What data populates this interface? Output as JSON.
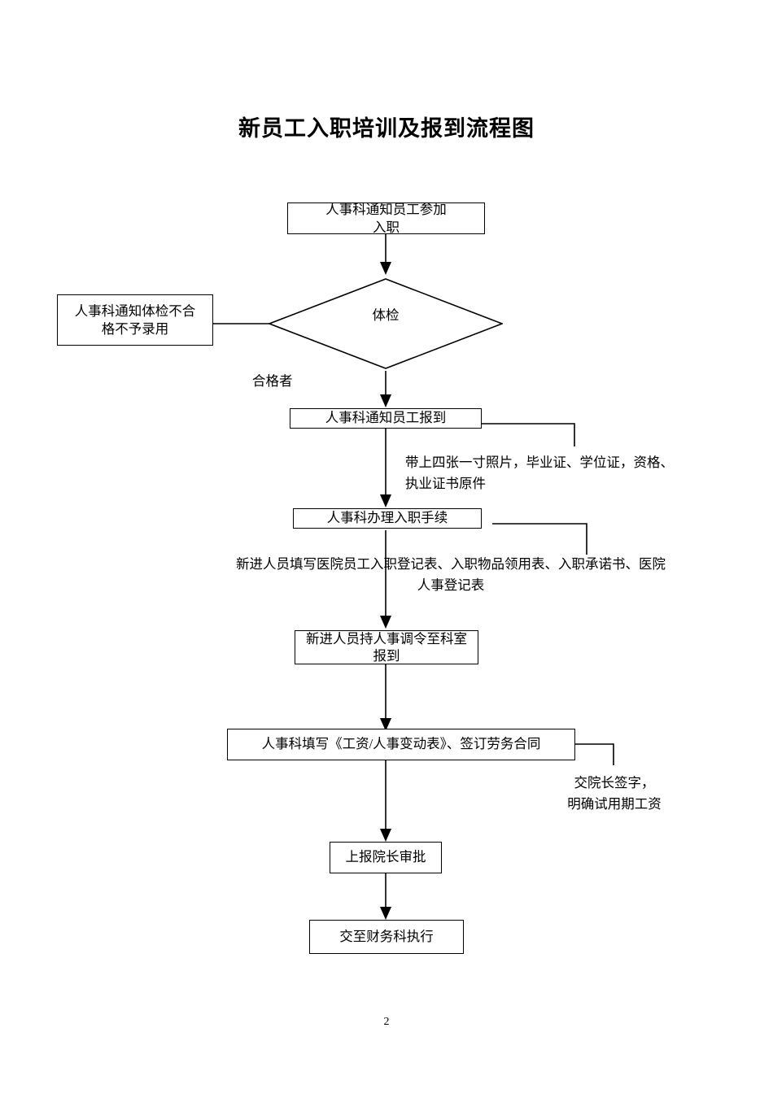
{
  "document": {
    "title": "新员工入职培训及报到流程图",
    "page_number": "2",
    "line_color": "#000000",
    "text_color": "#000000",
    "background_color": "#ffffff"
  },
  "flowchart": {
    "type": "flowchart",
    "nodes": [
      {
        "id": "notify-onboarding",
        "shape": "rectangle",
        "label": "人事科通知员工参加\n入职"
      },
      {
        "id": "medical-exam",
        "shape": "diamond",
        "label": "体检"
      },
      {
        "id": "unfit-not-hired",
        "shape": "rectangle",
        "label": "人事科通知体检不合\n格不予录用"
      },
      {
        "id": "notify-report-for-duty",
        "shape": "rectangle",
        "label": "人事科通知员工报到"
      },
      {
        "id": "process-onboarding",
        "shape": "rectangle",
        "label": "人事科办理入职手续"
      },
      {
        "id": "transfer-order-to-dept",
        "shape": "rectangle",
        "label": "新进人员持人事调令至科室\n报到"
      },
      {
        "id": "fill-salary-form-sign-contract",
        "shape": "rectangle",
        "label": "人事科填写《工资/人事变动表》、签订劳务合同"
      },
      {
        "id": "submit-to-president",
        "shape": "rectangle",
        "label": "上报院长审批"
      },
      {
        "id": "submit-to-finance",
        "shape": "rectangle",
        "label": "交至财务科执行"
      }
    ],
    "edge_labels": [
      {
        "id": "qualified",
        "label": "合格者"
      }
    ],
    "annotations": [
      {
        "id": "documents-to-bring",
        "label": "带上四张一寸照片，毕业证、学位证，资格、\n执业证书原件"
      },
      {
        "id": "forms-to-fill",
        "label": "新进人员填写医院员工入职登记表、入职物品领用表、入职承诺书、医院\n人事登记表"
      },
      {
        "id": "president-signature",
        "label": "交院长签字，\n明确试用期工资"
      }
    ]
  }
}
